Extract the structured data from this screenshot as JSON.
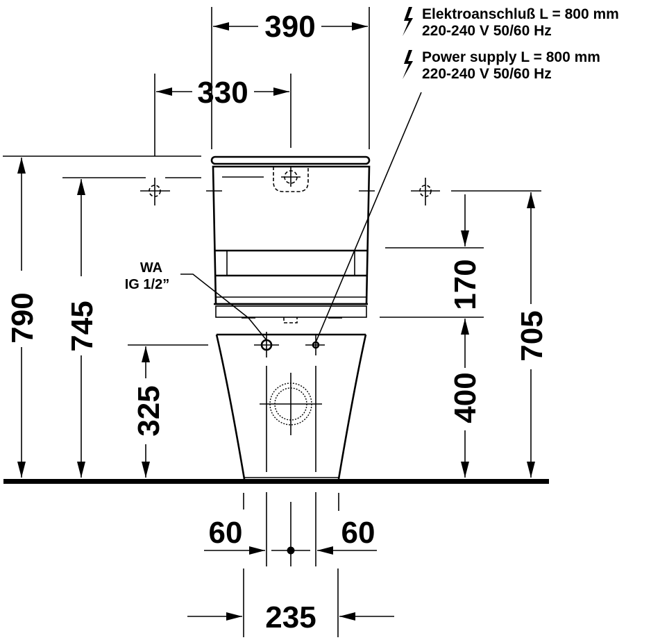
{
  "notes": {
    "electric_de_line1": "Elektroanschluß L = 800 mm",
    "electric_de_line2": "220-240 V  50/60 Hz",
    "electric_en_line1": "Power supply L = 800 mm",
    "electric_en_line2": "220-240 V  50/60 Hz",
    "icon": "lightning-bolt-icon"
  },
  "labels": {
    "water_inlet_line1": "WA",
    "water_inlet_line2": "IG 1/2”"
  },
  "dimensions": {
    "width_top": "390",
    "width_fixing": "330",
    "height_total": "790",
    "height_fixing": "745",
    "height_inlet": "325",
    "height_tank_offset": "170",
    "height_connection": "400",
    "height_fixing_right": "705",
    "offset_left": "60",
    "offset_right": "60",
    "width_base": "235"
  },
  "colors": {
    "line": "#000000",
    "background": "#ffffff"
  }
}
